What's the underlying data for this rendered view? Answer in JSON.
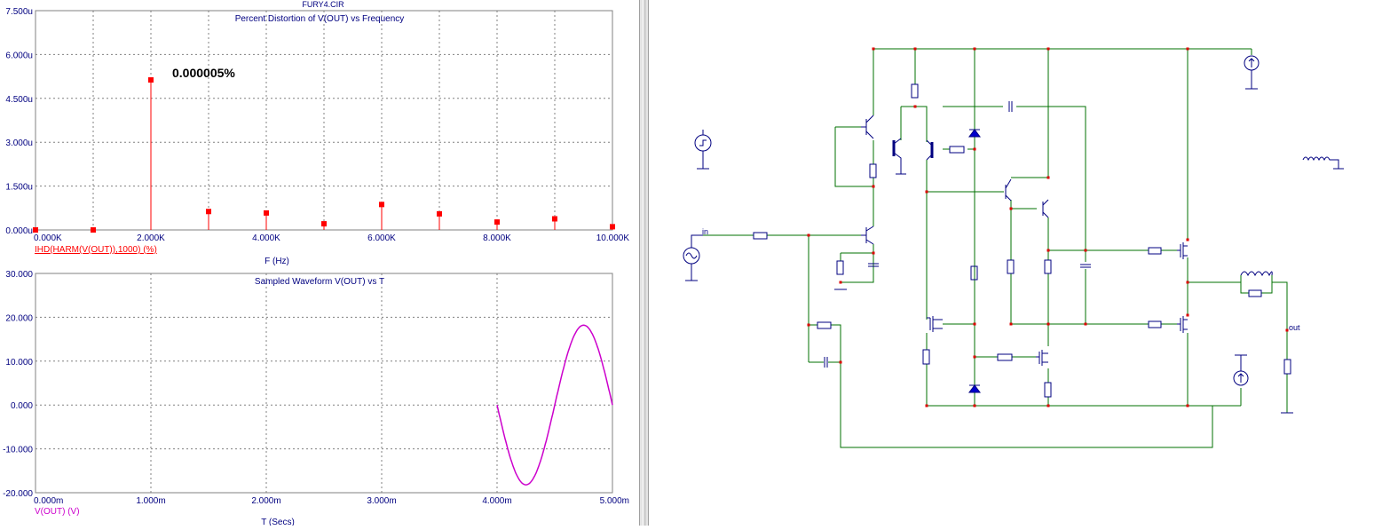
{
  "file_title": "FURY4.CIR",
  "colors": {
    "axis_text": "#000080",
    "grid": "#808080",
    "harmonic": "#ff0000",
    "waveform": "#cc00cc",
    "wire": "#007000",
    "component": "#000080",
    "node": "#dd0000"
  },
  "plot1": {
    "title": "Percent Distortion of V(OUT) vs Frequency",
    "annotation": "0.000005%",
    "legend": "IHD(HARM(V(OUT)),1000) (%)",
    "xlabel": "F (Hz)",
    "y_ticks": [
      "0.000u",
      "1.500u",
      "3.000u",
      "4.500u",
      "6.000u",
      "7.500u"
    ],
    "x_ticks": [
      "0.000K",
      "2.000K",
      "4.000K",
      "6.000K",
      "8.000K",
      "10.000K"
    ]
  },
  "plot2": {
    "title": "Sampled Waveform  V(OUT) vs T",
    "legend": "V(OUT) (V)",
    "xlabel": "T (Secs)",
    "y_ticks": [
      "-20.000",
      "-10.000",
      "0.000",
      "10.000",
      "20.000",
      "30.000"
    ],
    "x_ticks": [
      "0.000m",
      "1.000m",
      "2.000m",
      "3.000m",
      "4.000m",
      "5.000m"
    ]
  },
  "chart_data": [
    {
      "type": "bar",
      "title": "Percent Distortion of V(OUT) vs Frequency",
      "xlabel": "F (Hz)",
      "ylabel": "IHD(HARM(V(OUT)),1000) (%)",
      "xlim": [
        0,
        10000
      ],
      "ylim": [
        0,
        7.5e-06
      ],
      "x": [
        0,
        1000,
        2000,
        3000,
        4000,
        5000,
        6000,
        7000,
        8000,
        9000,
        10000
      ],
      "values": [
        0,
        0,
        5.13e-06,
        6.3e-07,
        5.8e-07,
        2.1e-07,
        8.7e-07,
        5.5e-07,
        2.7e-07,
        3.8e-07,
        1.1e-07
      ],
      "annotation": "0.000005%"
    },
    {
      "type": "line",
      "title": "Sampled Waveform  V(OUT) vs T",
      "xlabel": "T (Secs)",
      "ylabel": "V(OUT) (V)",
      "xlim": [
        0,
        0.005
      ],
      "ylim": [
        -20,
        30
      ],
      "series": [
        {
          "name": "V(OUT) (V)",
          "x_start": 0.004,
          "x_end": 0.005,
          "amplitude": 18.2,
          "frequency_hz": 1000,
          "offset": 0
        }
      ]
    }
  ],
  "schematic": {
    "labels": {
      "in": "in",
      "out": "out"
    }
  }
}
